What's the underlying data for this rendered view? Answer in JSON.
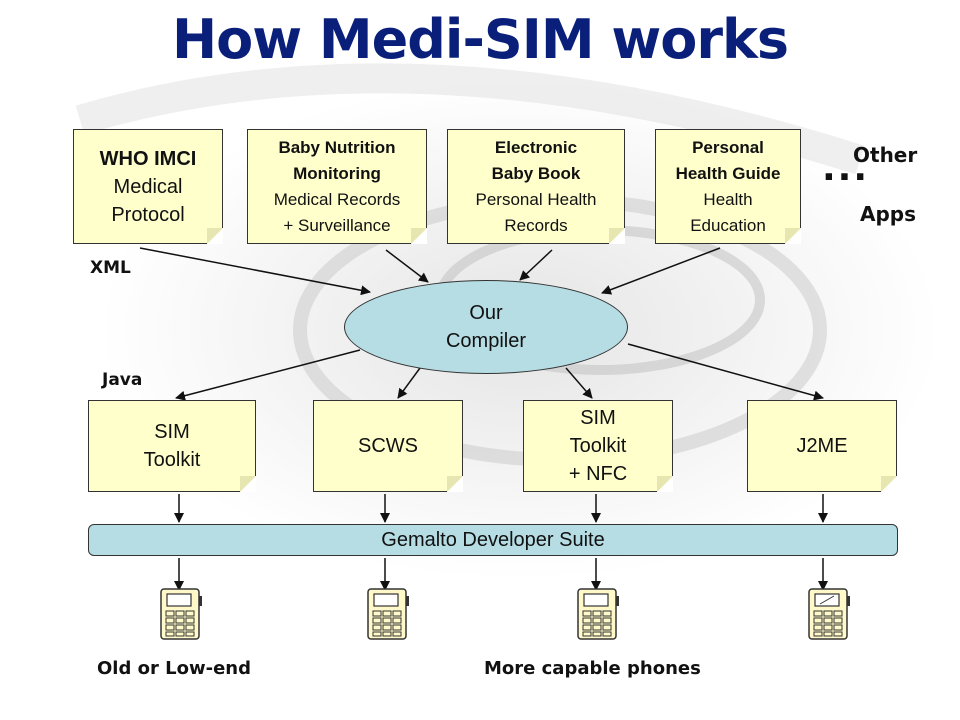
{
  "title": "How Medi-SIM works",
  "apps": [
    {
      "lines": [
        {
          "text": "WHO IMCI",
          "bold": true
        },
        {
          "text": "Medical",
          "bold": false
        },
        {
          "text": "Protocol",
          "bold": false
        }
      ]
    },
    {
      "lines": [
        {
          "text": "Baby Nutrition",
          "bold": true
        },
        {
          "text": "Monitoring",
          "bold": true
        },
        {
          "text": "Medical Records",
          "bold": false
        },
        {
          "text": "+ Surveillance",
          "bold": false
        }
      ]
    },
    {
      "lines": [
        {
          "text": "Electronic",
          "bold": true
        },
        {
          "text": "Baby Book",
          "bold": true
        },
        {
          "text": "Personal Health",
          "bold": false
        },
        {
          "text": "Records",
          "bold": false
        }
      ]
    },
    {
      "lines": [
        {
          "text": "Personal",
          "bold": true
        },
        {
          "text": "Health Guide",
          "bold": true
        },
        {
          "text": "Health",
          "bold": false
        },
        {
          "text": "Education",
          "bold": false
        }
      ]
    }
  ],
  "other_apps": {
    "line1": "Other",
    "dots": "...",
    "line2": "Apps"
  },
  "xml_label": "XML",
  "java_label": "Java",
  "compiler": {
    "line1": "Our",
    "line2": "Compiler"
  },
  "targets": [
    {
      "lines": [
        "SIM",
        "Toolkit"
      ]
    },
    {
      "lines": [
        "SCWS"
      ]
    },
    {
      "lines": [
        "SIM",
        "Toolkit",
        "+ NFC"
      ]
    },
    {
      "lines": [
        "J2ME"
      ]
    }
  ],
  "suite": "Gemalto Developer Suite",
  "bottom_left": "Old or Low-end",
  "bottom_right": "More capable phones"
}
